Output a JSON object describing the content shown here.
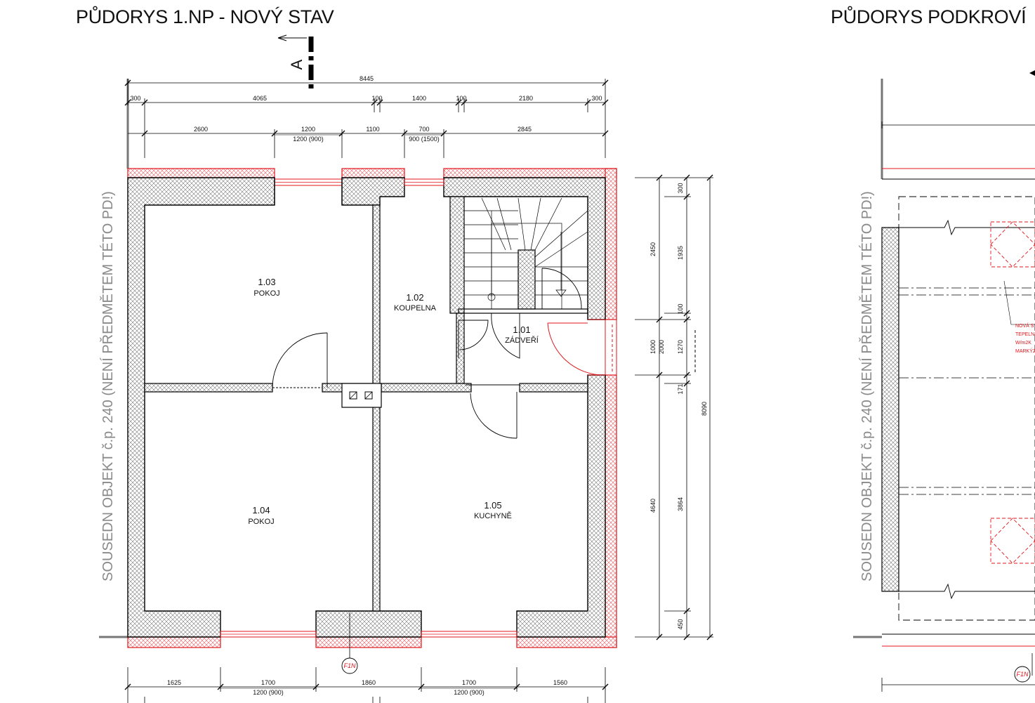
{
  "titles": {
    "plan_left": "PŮDORYS 1.NP - NOVÝ STAV",
    "plan_right": "PŮDORYS PODKROVÍ"
  },
  "section_marker": "A",
  "side_note": "SOUSEDN OBJEKT č.p. 240 (NENÍ PŘEDMĚTEM TÉTO PD!)",
  "rooms": [
    {
      "number": "1.01",
      "name": "ZÁDVEŘÍ"
    },
    {
      "number": "1.02",
      "name": "KOUPELNA"
    },
    {
      "number": "1.03",
      "name": "POKOJ"
    },
    {
      "number": "1.04",
      "name": "POKOJ"
    },
    {
      "number": "1.05",
      "name": "KUCHYNĚ"
    }
  ],
  "dims_top": {
    "overall": "8445",
    "row1": [
      "300",
      "4065",
      "100",
      "1400",
      "100",
      "2180",
      "300"
    ],
    "row2": [
      "2600",
      "1200",
      "1100",
      "700",
      "2845"
    ],
    "row2_sub": [
      "1200 (900)",
      "900 (1500)"
    ]
  },
  "dims_bottom": {
    "row": [
      "1625",
      "1700",
      "1860",
      "1700",
      "1560"
    ],
    "sub": [
      "1200 (900)",
      "1200 (900)"
    ]
  },
  "dims_right": {
    "col1": [
      "2450",
      "1000",
      "2000",
      "4640"
    ],
    "col2": [
      "300",
      "1935",
      "100",
      "1270",
      "171",
      "3864",
      "450"
    ],
    "overall": "8090"
  },
  "detail_tags": [
    "F1N",
    "F1N"
  ],
  "right_notes": [
    "NOVÁ S",
    "TEPELN",
    "W/m2K",
    "MARKÝZ"
  ]
}
